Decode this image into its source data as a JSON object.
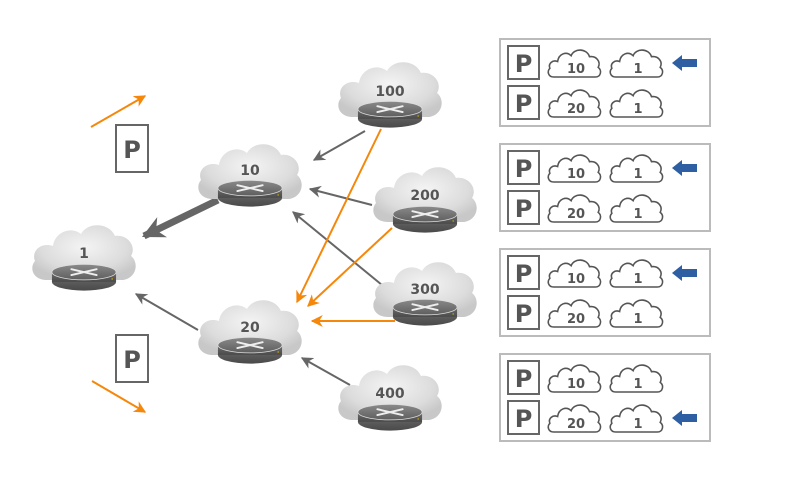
{
  "colors": {
    "gray_arrow": "#666666",
    "orange_arrow": "#f5870a",
    "blue_arrow": "#2e5fa3",
    "panel_border": "#bbbbbb",
    "text": "#555555"
  },
  "nodes": [
    {
      "id": "as1",
      "label": "1"
    },
    {
      "id": "as10",
      "label": "10"
    },
    {
      "id": "as20",
      "label": "20"
    },
    {
      "id": "as100",
      "label": "100"
    },
    {
      "id": "as200",
      "label": "200"
    },
    {
      "id": "as300",
      "label": "300"
    },
    {
      "id": "as400",
      "label": "400"
    }
  ],
  "edges": [
    {
      "from": "100",
      "to": "10",
      "color": "gray"
    },
    {
      "from": "200",
      "to": "10",
      "color": "gray"
    },
    {
      "from": "300",
      "to": "10",
      "color": "gray"
    },
    {
      "from": "400",
      "to": "20",
      "color": "gray"
    },
    {
      "from": "20",
      "to": "1",
      "color": "gray"
    },
    {
      "from": "10",
      "to": "1",
      "color": "gray",
      "thick": true
    },
    {
      "from": "100",
      "to": "20",
      "color": "orange"
    },
    {
      "from": "200",
      "to": "20",
      "color": "orange"
    },
    {
      "from": "300",
      "to": "20",
      "color": "orange"
    }
  ],
  "prefix_markers": [
    {
      "label": "P",
      "direction": "outgoing-up"
    },
    {
      "label": "P",
      "direction": "outgoing-down"
    }
  ],
  "route_tables": [
    {
      "routes": [
        {
          "prefix": "P",
          "path": [
            "10",
            "1"
          ],
          "selected": true
        },
        {
          "prefix": "P",
          "path": [
            "20",
            "1"
          ],
          "selected": false
        }
      ]
    },
    {
      "routes": [
        {
          "prefix": "P",
          "path": [
            "10",
            "1"
          ],
          "selected": true
        },
        {
          "prefix": "P",
          "path": [
            "20",
            "1"
          ],
          "selected": false
        }
      ]
    },
    {
      "routes": [
        {
          "prefix": "P",
          "path": [
            "10",
            "1"
          ],
          "selected": true
        },
        {
          "prefix": "P",
          "path": [
            "20",
            "1"
          ],
          "selected": false
        }
      ]
    },
    {
      "routes": [
        {
          "prefix": "P",
          "path": [
            "10",
            "1"
          ],
          "selected": false
        },
        {
          "prefix": "P",
          "path": [
            "20",
            "1"
          ],
          "selected": true
        }
      ]
    }
  ]
}
